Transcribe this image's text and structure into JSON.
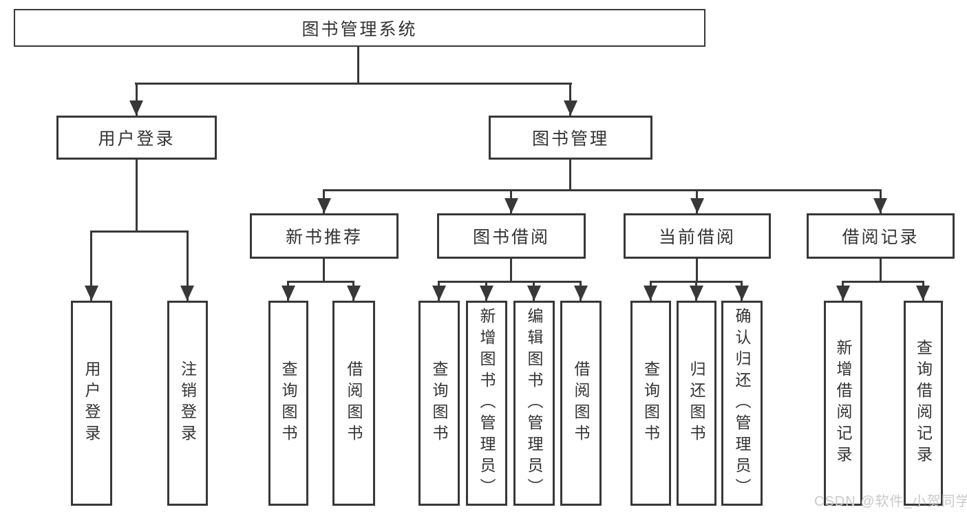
{
  "diagram": {
    "root_label": "图书管理系统",
    "level2": [
      {
        "label": "用户登录"
      },
      {
        "label": "图书管理"
      }
    ],
    "user_children": [
      "用户登录",
      "注销登录"
    ],
    "mgmt_sections": [
      {
        "label": "新书推荐",
        "children": [
          "查询图书",
          "借阅图书"
        ]
      },
      {
        "label": "图书借阅",
        "children": [
          "查询图书",
          "新增图书（管理员）",
          "编辑图书（管理员）",
          "借阅图书"
        ]
      },
      {
        "label": "当前借阅",
        "children": [
          "查询图书",
          "归还图书",
          "确认归还（管理员）"
        ]
      },
      {
        "label": "借阅记录",
        "children": [
          "新增借阅记录",
          "查询借阅记录"
        ]
      }
    ],
    "watermark": "CSDN @软件_小贺同学",
    "colors": {
      "line": "#383838",
      "text": "#333333",
      "watermark": "#c9c9c9",
      "background": "#ffffff"
    }
  }
}
